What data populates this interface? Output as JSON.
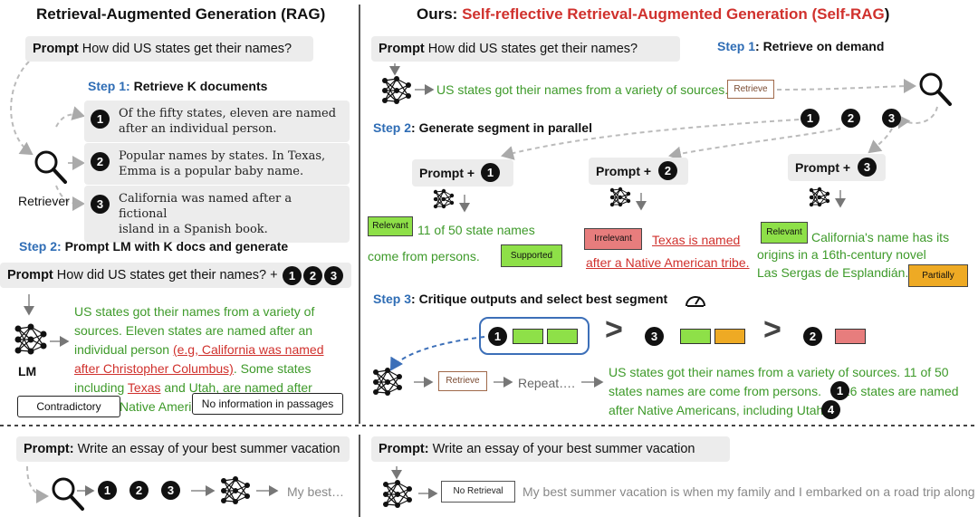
{
  "left": {
    "title": "Retrieval-Augmented Generation (RAG)",
    "prompt_label": "Prompt",
    "prompt_text": "How did US states get their names?",
    "step1_num": "Step 1:",
    "step1_text": "Retrieve K documents",
    "docs": [
      {
        "num": "1",
        "line1": "Of the fifty states, eleven are named",
        "line2": "after an individual person."
      },
      {
        "num": "2",
        "line1": "Popular names by states. In Texas,",
        "line2": "Emma is a popular baby name."
      },
      {
        "num": "3",
        "line1": "California was named after a fictional",
        "line2": "island in a Spanish book."
      }
    ],
    "retriever_label": "Retriever",
    "step2_num": "Step 2:",
    "step2_text": "Prompt LM with K docs and generate",
    "prompt2_label": "Prompt",
    "prompt2_text": "How did US states get their names? +",
    "prompt2_nums": [
      "1",
      "2",
      "3"
    ],
    "lm_label": "LM",
    "gen": {
      "l1": "US states got their names from a variety of",
      "l2": "sources. Eleven states are named after an",
      "l3a": "individual person ",
      "l3b": "(e.g, California was named",
      "l4a": "after Christopher Columbus)",
      "l4b": ". Some states",
      "l5a": "including ",
      "l5b": "Texas",
      "l5c": " and Utah, are named after",
      "l6": "Native American tribe."
    },
    "tag_contradictory": "Contradictory",
    "tag_noinfo": "No information in passages",
    "bottom_prompt_label": "Prompt:",
    "bottom_prompt_text": "Write an essay of your best summer vacation",
    "bottom_nums": [
      "1",
      "2",
      "3"
    ],
    "bottom_output": "My best…"
  },
  "right": {
    "title_prefix": "Ours: ",
    "title_main": "Self-reflective Retrieval-Augmented Generation (",
    "title_abbr": "Self-RAG",
    "title_end": ")",
    "prompt_label": "Prompt",
    "prompt_text": "How did US states get their names?",
    "step1_num": "Step 1",
    "step1_text": ": Retrieve on demand",
    "gen1": "US states got their names from a variety of sources.",
    "retrieve_tag": "Retrieve",
    "top_nums": [
      "1",
      "2",
      "3"
    ],
    "step2_num": "Step 2",
    "step2_text": ": Generate segment in parallel",
    "segments": [
      {
        "label": "Prompt +",
        "num": "1",
        "tag": "Relevant",
        "text1": "11 of 50 state names",
        "text2": "come from persons.",
        "tag2": "Supported"
      },
      {
        "label": "Prompt +",
        "num": "2",
        "tag": "Irrelevant",
        "text1": "Texas is named",
        "text2": "after a Native American tribe."
      },
      {
        "label": "Prompt +",
        "num": "3",
        "tag": "Relevant",
        "text1": "California's name has its",
        "text2": "origins in a 16th-century novel",
        "text3": "Las Sergas de Esplandián.",
        "tag2": "Partially"
      }
    ],
    "step3_num": "Step 3",
    "step3_text": ": Critique outputs and select best segment",
    "rank_nums": [
      "1",
      "3",
      "2"
    ],
    "gt": ">",
    "retrieve2_tag": "Retrieve",
    "repeat": "Repeat….",
    "final_l1": "US states got their names from a variety of sources. 11 of 50",
    "final_l2": "states names are come from persons.",
    "final_mid": "26 states are named",
    "final_l3": "after Native Americans, including Utah.",
    "final_n1": "1",
    "final_n2": "4",
    "bottom_prompt_label": "Prompt:",
    "bottom_prompt_text": "Write an essay of your best summer vacation",
    "noret_tag": "No Retrieval",
    "bottom_output": "My best summer vacation is when my family and I embarked on a road trip along …"
  },
  "colors": {
    "green_text": "#3e9a2a",
    "red_text": "#d0312d",
    "blue_step": "#2f6db5",
    "relevant": "#8ee048",
    "irrelevant": "#e77d7d",
    "partially": "#eeaa24"
  }
}
